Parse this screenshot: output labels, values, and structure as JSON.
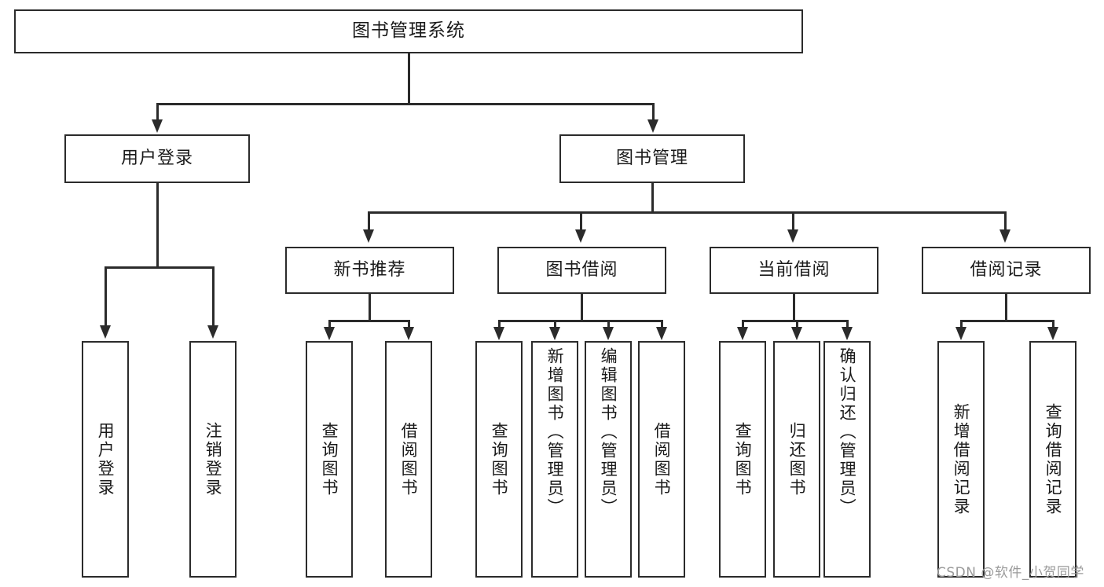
{
  "diagram": {
    "title": "图书管理系统",
    "type": "hierarchy-tree",
    "root": {
      "label": "图书管理系统"
    },
    "level2": [
      {
        "label": "用户登录"
      },
      {
        "label": "图书管理"
      }
    ],
    "level3": [
      {
        "label": "新书推荐"
      },
      {
        "label": "图书借阅"
      },
      {
        "label": "当前借阅"
      },
      {
        "label": "借阅记录"
      }
    ],
    "leaves": {
      "user_login": [
        {
          "label": "用户登录"
        },
        {
          "label": "注销登录"
        }
      ],
      "new_book_recommend": [
        {
          "label": "查询图书"
        },
        {
          "label": "借阅图书"
        }
      ],
      "book_borrow": [
        {
          "label": "查询图书"
        },
        {
          "label": "新增图书（管理员）"
        },
        {
          "label": "编辑图书（管理员）"
        },
        {
          "label": "借阅图书"
        }
      ],
      "current_borrow": [
        {
          "label": "查询图书"
        },
        {
          "label": "归还图书"
        },
        {
          "label": "确认归还（管理员）"
        }
      ],
      "borrow_record": [
        {
          "label": "新增借阅记录"
        },
        {
          "label": "查询借阅记录"
        }
      ]
    }
  },
  "watermark": {
    "text": "CSDN @软件_小贺同学"
  },
  "colors": {
    "stroke": "#2b2b2b",
    "background": "#ffffff",
    "watermark": "#9a9a9a"
  }
}
